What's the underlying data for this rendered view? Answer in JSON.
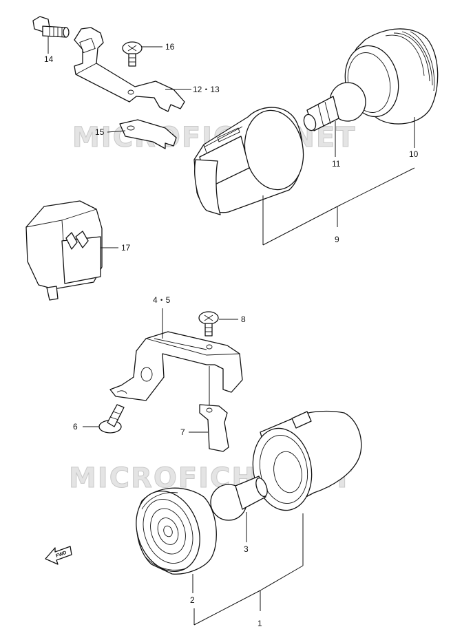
{
  "watermark": "MICROFICHE.NET",
  "fwd_label": "FWD",
  "labels": {
    "p1": "1",
    "p2": "2",
    "p3": "3",
    "p45": "4・5",
    "p6": "6",
    "p7": "7",
    "p8": "8",
    "p9": "9",
    "p10": "10",
    "p11": "11",
    "p1213": "12・13",
    "p14": "14",
    "p15": "15",
    "p16": "16",
    "p17": "17"
  }
}
